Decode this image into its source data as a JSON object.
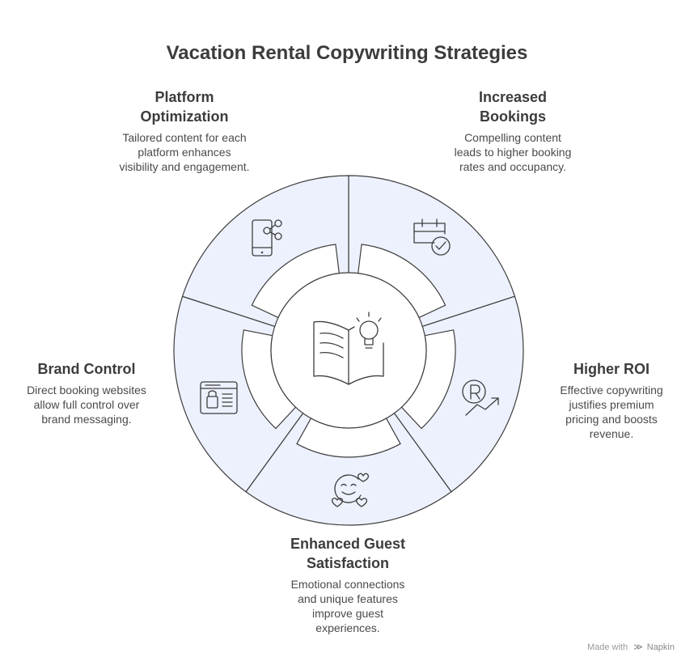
{
  "title": "Vacation Rental Copywriting Strategies",
  "colors": {
    "segment_fill": "#edf1fd",
    "stroke": "#3d3d3d"
  },
  "center_icon": "book-lightbulb-icon",
  "segments": [
    {
      "heading": "Platform Optimization",
      "heading_lines": [
        "Platform",
        "Optimization"
      ],
      "description": "Tailored content for each platform enhances visibility and engagement.",
      "description_lines": [
        "Tailored content for each",
        "platform enhances",
        "visibility and engagement."
      ],
      "icon": "phone-share-icon"
    },
    {
      "heading": "Increased Bookings",
      "heading_lines": [
        "Increased",
        "Bookings"
      ],
      "description": "Compelling content leads to higher booking rates and occupancy.",
      "description_lines": [
        "Compelling content",
        "leads to higher booking",
        "rates and occupancy."
      ],
      "icon": "calendar-check-icon"
    },
    {
      "heading": "Higher ROI",
      "heading_lines": [
        "Higher ROI"
      ],
      "description": "Effective copywriting justifies premium pricing and boosts revenue.",
      "description_lines": [
        "Effective copywriting",
        "justifies premium",
        "pricing and boosts",
        "revenue."
      ],
      "icon": "revenue-growth-icon"
    },
    {
      "heading": "Enhanced Guest Satisfaction",
      "heading_lines": [
        "Enhanced Guest",
        "Satisfaction"
      ],
      "description": "Emotional connections and unique features improve guest experiences.",
      "description_lines": [
        "Emotional connections",
        "and unique features",
        "improve guest",
        "experiences."
      ],
      "icon": "smiley-hearts-icon"
    },
    {
      "heading": "Brand Control",
      "heading_lines": [
        "Brand Control"
      ],
      "description": "Direct booking websites allow full control over brand messaging.",
      "description_lines": [
        "Direct booking websites",
        "allow full control over",
        "brand messaging."
      ],
      "icon": "website-lock-icon"
    }
  ],
  "footer": {
    "made_with": "Made with",
    "brand": "Napkin",
    "logo_icon": "napkin-logo-icon"
  }
}
